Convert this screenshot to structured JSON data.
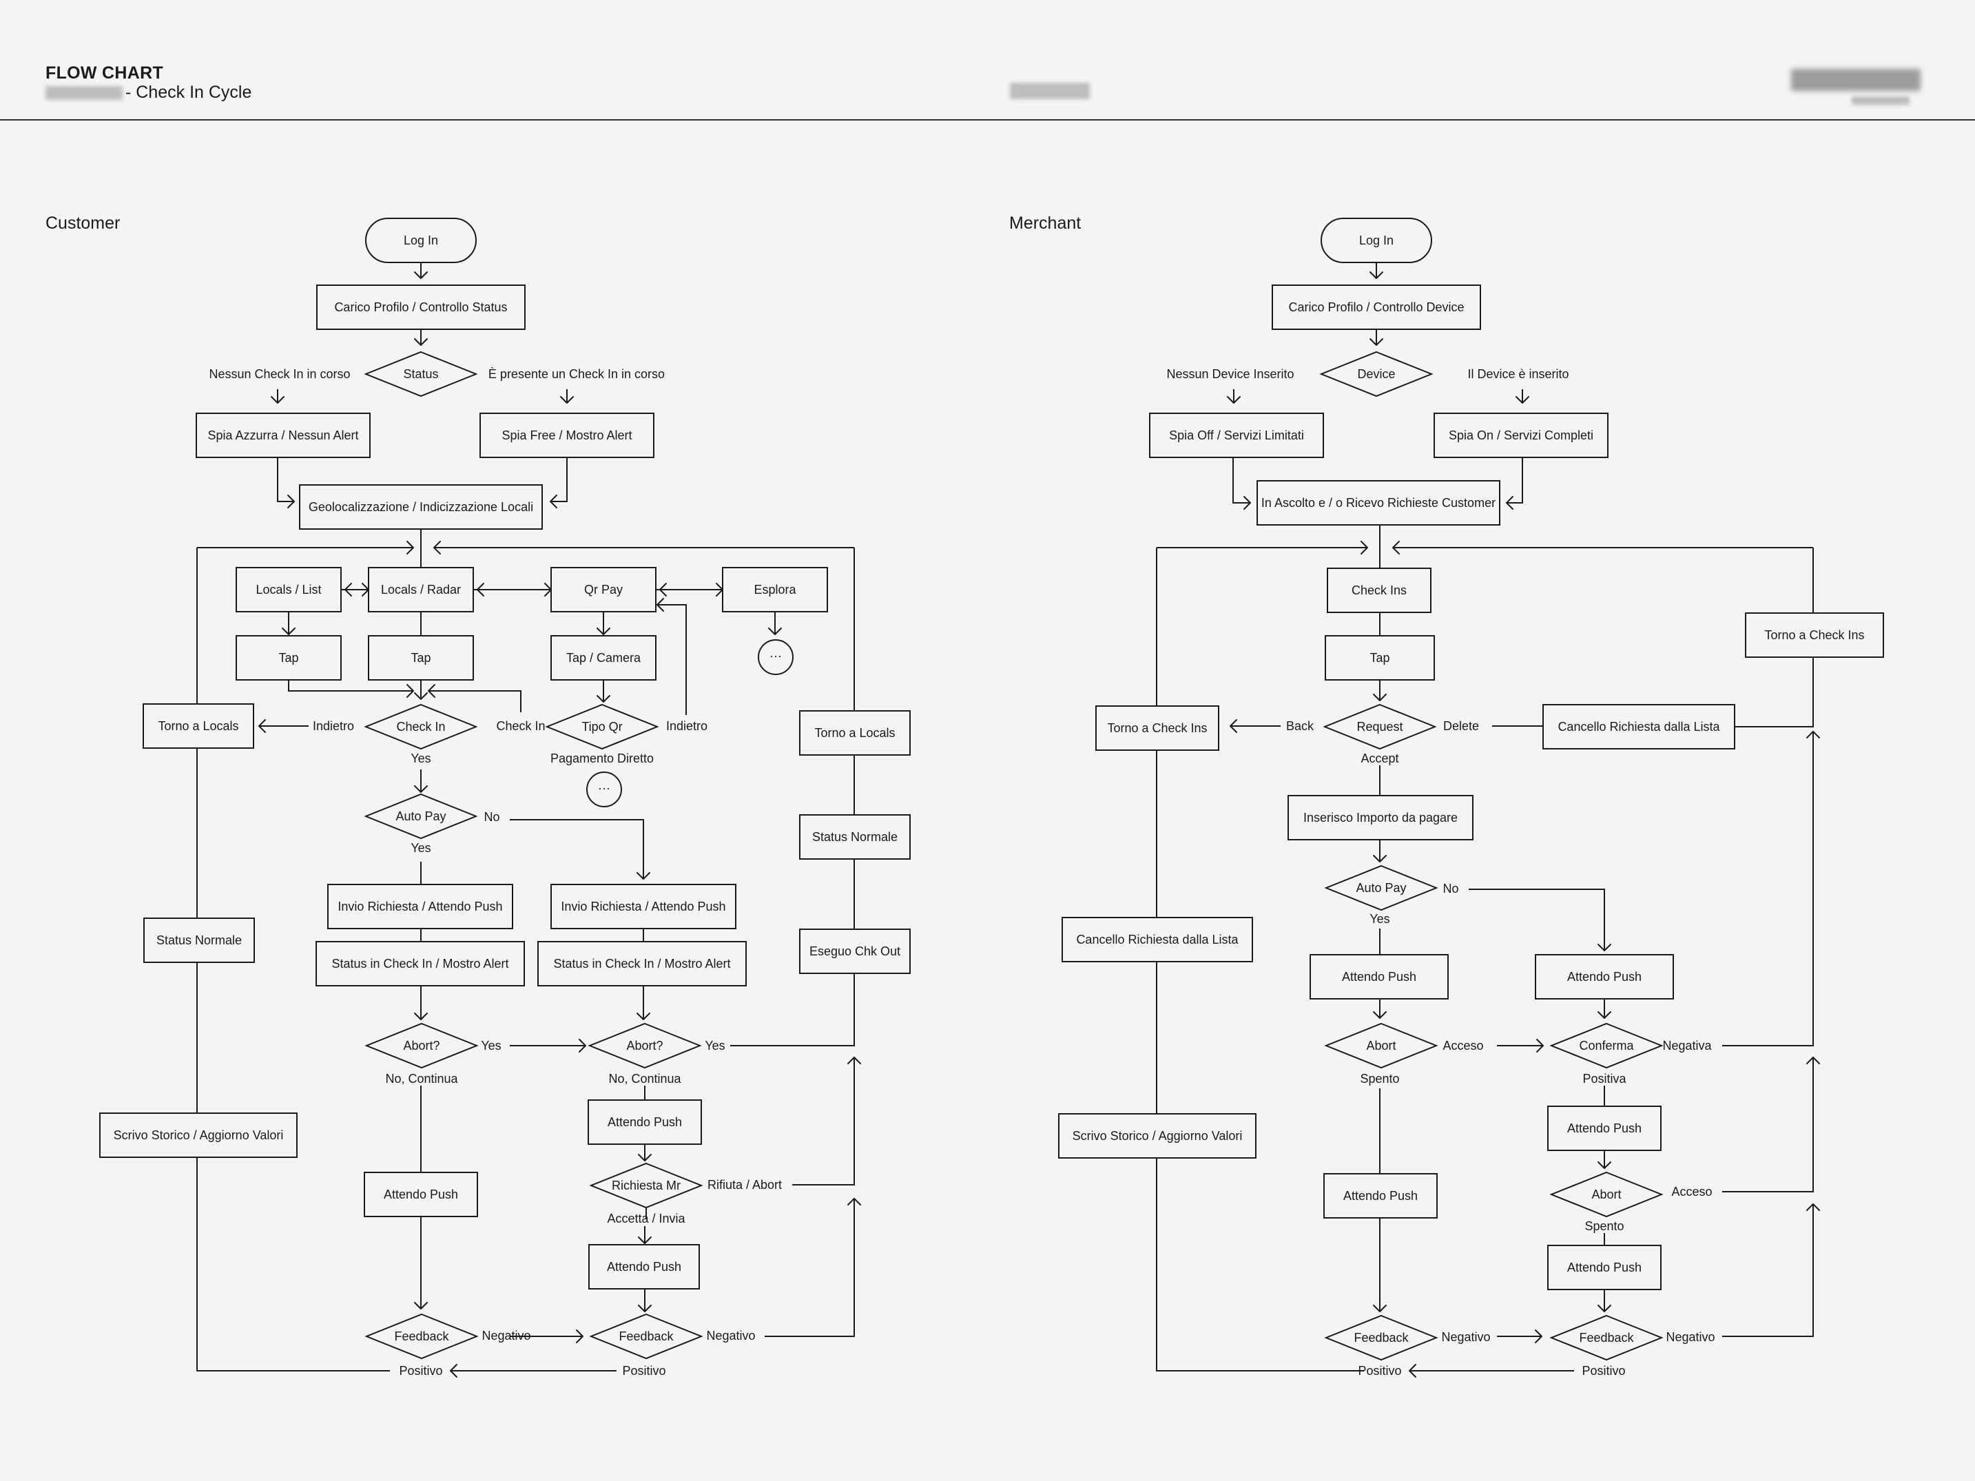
{
  "header": {
    "title": "FLOW CHART",
    "subtitle": "- Check In Cycle"
  },
  "customer": {
    "section_label": "Customer",
    "log_in": "Log In",
    "load_profile": "Carico Profilo / Controllo Status",
    "status": "Status",
    "no_checkin": "Nessun Check In in corso",
    "checkin_present": "È presente un Check In in corso",
    "spia_azzurra": "Spia Azzurra / Nessun Alert",
    "spia_free": "Spia Free / Mostro Alert",
    "geolocation": "Geolocalizzazione / Indicizzazione Locali",
    "locals_list": "Locals / List",
    "locals_radar": "Locals / Radar",
    "qr_pay": "Qr Pay",
    "esplora": "Esplora",
    "tap": "Tap",
    "tap_camera": "Tap / Camera",
    "more": "···",
    "torno_locals": "Torno a Locals",
    "indietro": "Indietro",
    "check_in": "Check In",
    "tipo_qr": "Tipo Qr",
    "yes": "Yes",
    "no": "No",
    "pagamento_diretto": "Pagamento Diretto",
    "auto_pay": "Auto Pay",
    "invio_richiesta": "Invio Richiesta / Attendo Push",
    "status_checkin": "Status in Check In / Mostro Alert",
    "status_normale": "Status Normale",
    "eseguo_chk_out": "Eseguo Chk Out",
    "abort_q": "Abort?",
    "no_continua": "No, Continua",
    "attendo_push": "Attendo Push",
    "richiesta_mr": "Richiesta Mr",
    "rifiuta_abort": "Rifiuta / Abort",
    "accetta_invia": "Accetta / Invia",
    "scrivo_storico": "Scrivo Storico / Aggiorno Valori",
    "feedback": "Feedback",
    "negativo": "Negativo",
    "positivo": "Positivo"
  },
  "merchant": {
    "section_label": "Merchant",
    "log_in": "Log In",
    "load_profile": "Carico Profilo / Controllo Device",
    "device": "Device",
    "no_device": "Nessun Device Inserito",
    "device_present": "Il Device è inserito",
    "spia_off": "Spia Off / Servizi Limitati",
    "spia_on": "Spia On / Servizi Completi",
    "listening": "In Ascolto e / o Ricevo Richieste Customer",
    "check_ins": "Check Ins",
    "tap": "Tap",
    "request": "Request",
    "back": "Back",
    "delete": "Delete",
    "accept": "Accept",
    "torno_checkins": "Torno a Check Ins",
    "cancello": "Cancello Richiesta dalla Lista",
    "inserisco_importo": "Inserisco Importo da pagare",
    "auto_pay": "Auto Pay",
    "yes": "Yes",
    "no": "No",
    "attendo_push": "Attendo Push",
    "abort": "Abort",
    "acceso": "Acceso",
    "spento": "Spento",
    "conferma": "Conferma",
    "negativa": "Negativa",
    "positiva": "Positiva",
    "scrivo_storico": "Scrivo Storico / Aggiorno Valori",
    "feedback": "Feedback",
    "negativo": "Negativo",
    "positivo": "Positivo"
  }
}
